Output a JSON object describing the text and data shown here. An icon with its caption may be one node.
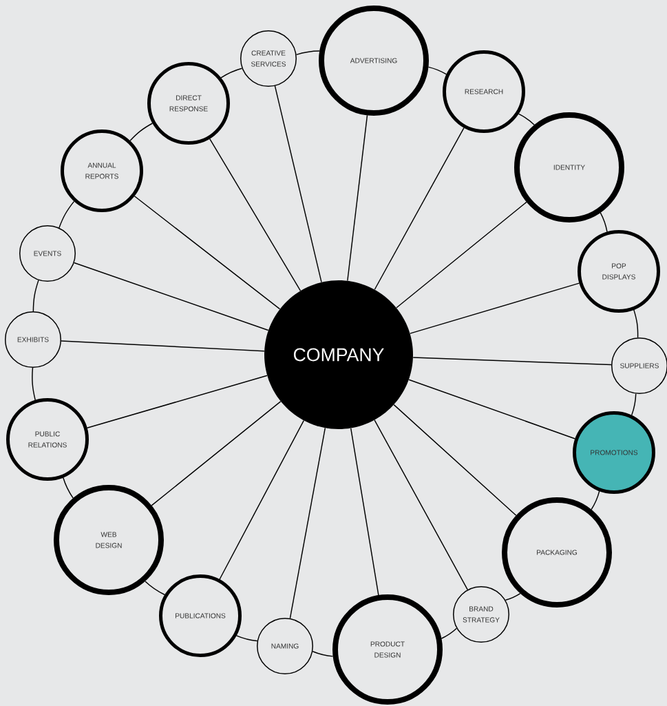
{
  "diagram": {
    "nodes": [
      {
        "text": [
          "COMPANY"
        ]
      },
      {
        "text": [
          "ADVERTISING"
        ]
      },
      {
        "text": [
          "RESEARCH"
        ]
      },
      {
        "text": [
          "IDENTITY"
        ]
      },
      {
        "text": [
          "POP DISPLAYS"
        ]
      },
      {
        "text": [
          "SUPPLIERS"
        ]
      },
      {
        "text": [
          "PROMOTIONS"
        ]
      },
      {
        "text": [
          "PACKAGING"
        ]
      },
      {
        "text": [
          "BRAND STRATEGY"
        ]
      },
      {
        "text": [
          "PRODUCT DESIGN"
        ]
      },
      {
        "text": [
          "NAMING"
        ]
      },
      {
        "text": [
          "PUBLICATIONS"
        ]
      },
      {
        "text": [
          "WEB DESIGN"
        ]
      },
      {
        "text": [
          "PUBLIC RELATIONS"
        ]
      },
      {
        "text": [
          "EXHIBITS"
        ]
      },
      {
        "text": [
          "EVENTS"
        ]
      },
      {
        "text": [
          "ANNUAL REPORTS"
        ]
      },
      {
        "text": [
          "DIRECT RESPONSE"
        ]
      },
      {
        "text": [
          "CREATIVE SERVICES"
        ]
      }
    ],
    "edges": [
      {
        "from": 0,
        "to": 1,
        "arrow": "none"
      },
      {
        "from": 0,
        "to": 2,
        "arrow": "none"
      },
      {
        "from": 0,
        "to": 3,
        "arrow": "none"
      },
      {
        "from": 0,
        "to": 4,
        "arrow": "none"
      },
      {
        "from": 0,
        "to": 5,
        "arrow": "none"
      },
      {
        "from": 0,
        "to": 6,
        "arrow": "none"
      },
      {
        "from": 0,
        "to": 7,
        "arrow": "none"
      },
      {
        "from": 0,
        "to": 8,
        "arrow": "none"
      },
      {
        "from": 0,
        "to": 9,
        "arrow": "none"
      },
      {
        "from": 0,
        "to": 10,
        "arrow": "none"
      },
      {
        "from": 0,
        "to": 11,
        "arrow": "none"
      },
      {
        "from": 0,
        "to": 12,
        "arrow": "none"
      },
      {
        "from": 0,
        "to": 13,
        "arrow": "none"
      },
      {
        "from": 0,
        "to": 14,
        "arrow": "none"
      },
      {
        "from": 0,
        "to": 15,
        "arrow": "none"
      },
      {
        "from": 0,
        "to": 16,
        "arrow": "none"
      },
      {
        "from": 0,
        "to": 17,
        "arrow": "none"
      },
      {
        "from": 0,
        "to": 18,
        "arrow": "none"
      },
      {
        "from": 1,
        "to": 2,
        "arrow": "none"
      },
      {
        "from": 2,
        "to": 3,
        "arrow": "none"
      },
      {
        "from": 3,
        "to": 4,
        "arrow": "none"
      },
      {
        "from": 4,
        "to": 5,
        "arrow": "none"
      },
      {
        "from": 5,
        "to": 6,
        "arrow": "none"
      },
      {
        "from": 6,
        "to": 7,
        "arrow": "none"
      },
      {
        "from": 7,
        "to": 8,
        "arrow": "none"
      },
      {
        "from": 8,
        "to": 9,
        "arrow": "none"
      },
      {
        "from": 9,
        "to": 10,
        "arrow": "none"
      },
      {
        "from": 10,
        "to": 11,
        "arrow": "none"
      },
      {
        "from": 11,
        "to": 12,
        "arrow": "none"
      },
      {
        "from": 12,
        "to": 13,
        "arrow": "none"
      },
      {
        "from": 13,
        "to": 14,
        "arrow": "none"
      },
      {
        "from": 14,
        "to": 15,
        "arrow": "none"
      },
      {
        "from": 15,
        "to": 16,
        "arrow": "none"
      },
      {
        "from": 16,
        "to": 17,
        "arrow": "none"
      },
      {
        "from": 17,
        "to": 18,
        "arrow": "none"
      },
      {
        "from": 18,
        "to": 1,
        "arrow": "none"
      }
    ]
  }
}
